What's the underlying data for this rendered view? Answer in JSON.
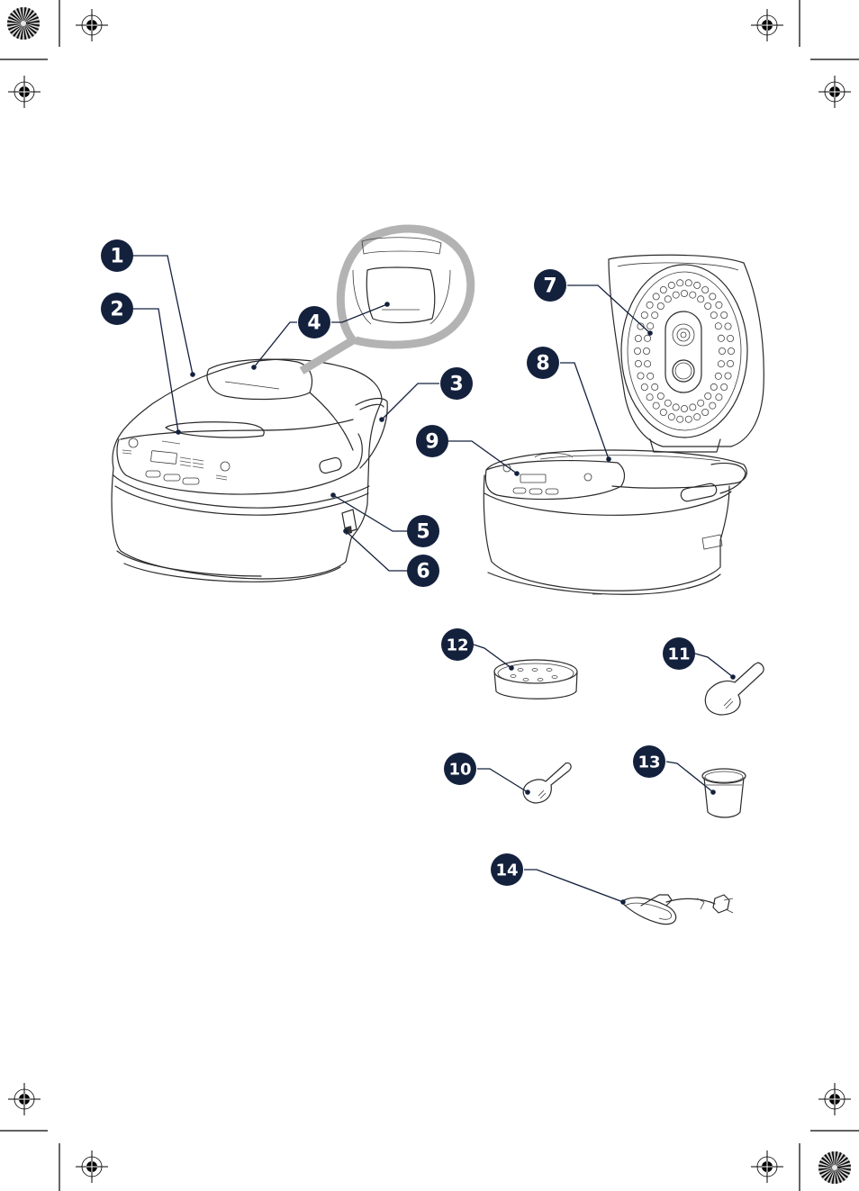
{
  "page": {
    "type": "product manual parts illustration",
    "callout_color": "#14213d",
    "magnifier_color": "#b3b3b3"
  },
  "print_marks": {
    "registration_marks": [
      "top-left-a",
      "top-left-b",
      "top-right-a",
      "top-right-b",
      "bottom-left-a",
      "bottom-left-b",
      "bottom-right-a",
      "bottom-right-b"
    ],
    "color_wheels": [
      "top-left",
      "bottom-right"
    ]
  },
  "diagrams": {
    "closed_cooker": {
      "label": "rice cooker, lid closed",
      "callouts": [
        "1",
        "2",
        "3",
        "4",
        "5",
        "6"
      ]
    },
    "open_cooker": {
      "label": "rice cooker, lid open",
      "callouts": [
        "7",
        "8",
        "9"
      ]
    },
    "accessories": [
      {
        "callout": "10",
        "item": "small spoon"
      },
      {
        "callout": "11",
        "item": "rice paddle"
      },
      {
        "callout": "12",
        "item": "steam basket"
      },
      {
        "callout": "13",
        "item": "measuring cup"
      },
      {
        "callout": "14",
        "item": "power cord"
      }
    ]
  },
  "callouts": [
    {
      "id": "1",
      "label": "1"
    },
    {
      "id": "2",
      "label": "2"
    },
    {
      "id": "3",
      "label": "3"
    },
    {
      "id": "4",
      "label": "4"
    },
    {
      "id": "5",
      "label": "5"
    },
    {
      "id": "6",
      "label": "6"
    },
    {
      "id": "7",
      "label": "7"
    },
    {
      "id": "8",
      "label": "8"
    },
    {
      "id": "9",
      "label": "9"
    },
    {
      "id": "10",
      "label": "10"
    },
    {
      "id": "11",
      "label": "11"
    },
    {
      "id": "12",
      "label": "12"
    },
    {
      "id": "13",
      "label": "13"
    },
    {
      "id": "14",
      "label": "14"
    }
  ]
}
